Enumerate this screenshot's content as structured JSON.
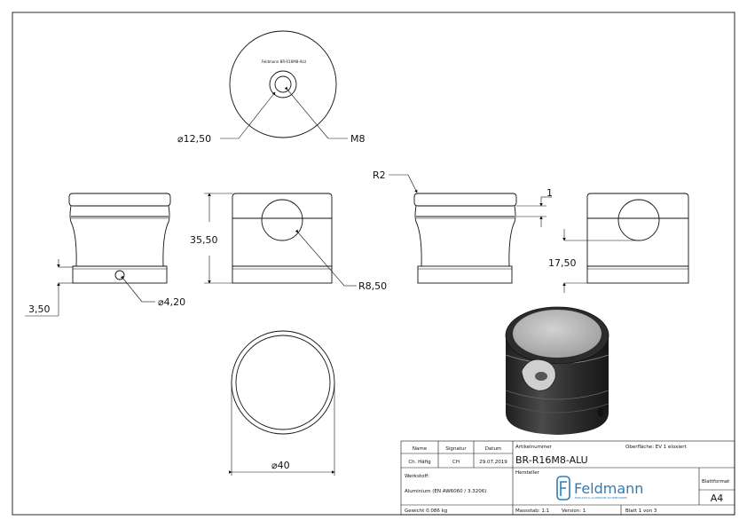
{
  "dimensions": {
    "hole_diameter": "⌀12,50",
    "thread": "M8",
    "radius_top": "R2",
    "gap": "1",
    "height": "35,50",
    "offset": "17,50",
    "radius_slot": "R8,50",
    "side_hole": "⌀4,20",
    "side_hole_height": "3,50",
    "outer_diameter": "⌀40"
  },
  "engraving": "Feldmann BR-R16M8-ALU",
  "title_block": {
    "headers": {
      "name": "Name",
      "signature": "Signatur",
      "date": "Datum"
    },
    "row": {
      "name": "Ch. Häfig",
      "signature": "CH",
      "date": "29.07.2019"
    },
    "material_label": "Werkstoff:",
    "material_value": "Aluminium (EN AW6060 / 3.3206)",
    "weight": "Gewicht 0.086 kg",
    "article_label": "Artikelnummer",
    "surface": "Oberfläche: EV 1 eloxiert",
    "article_number": "BR-R16M8-ALU",
    "manufacturer_label": "Hersteller",
    "brand": "Feldmann",
    "brand_tagline": "EDELSTAHL ALUMINIUM SCHWEISSEREI",
    "scale": "Massstab: 1:1",
    "version": "Version: 1",
    "sheet": "Blatt 1 von 3",
    "format_label": "Blattformat",
    "format_value": "A4"
  },
  "colors": {
    "line": "#111111",
    "brand": "#2a7fb8",
    "part_dark": "#3a3a3a",
    "part_top": "#bdbdbd"
  }
}
